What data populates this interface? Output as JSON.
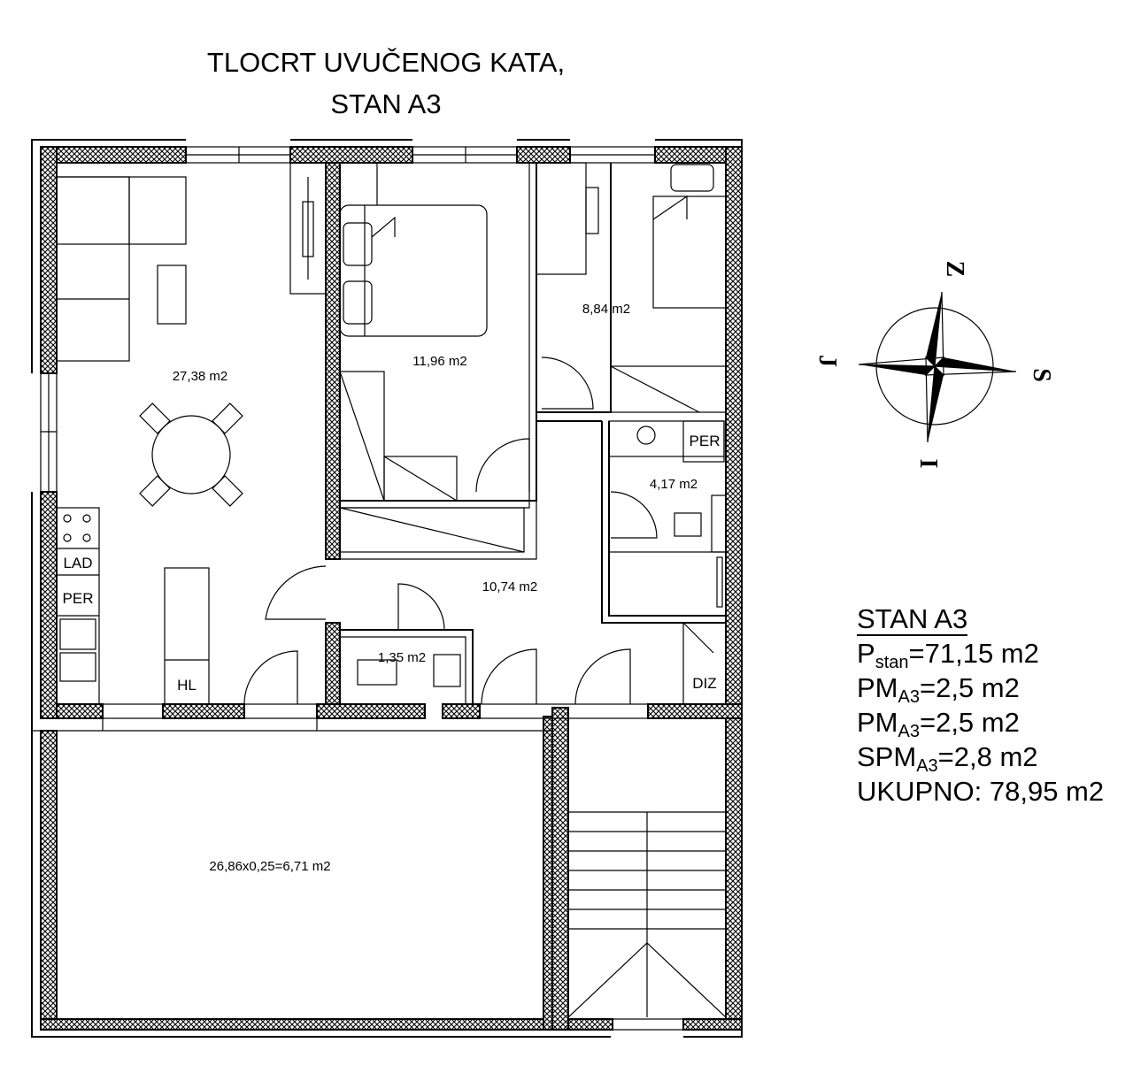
{
  "title": {
    "line1": "TLOCRT UVUČENOG KATA,",
    "line2": "STAN A3"
  },
  "rooms": {
    "living": "27,38 m2",
    "bedroom1": "11,96 m2",
    "bedroom2": "8,84 m2",
    "bathroom": "4,17 m2",
    "hall": "10,74 m2",
    "wc": "1,35 m2",
    "terrace": "26,86x0,25=6,71 m2"
  },
  "labels": {
    "lad": "LAD",
    "per_kitchen": "PER",
    "hl": "HL",
    "per_bath": "PER",
    "diz": "DIZ"
  },
  "compass": {
    "north": "Z",
    "south": "J",
    "east": "S",
    "west": "I"
  },
  "summary": {
    "heading": "STAN A3",
    "rows": [
      {
        "base": "P",
        "sub": "stan",
        "value": "=71,15 m2"
      },
      {
        "base": "PM",
        "sub": "A3",
        "value": "=2,5 m2"
      },
      {
        "base": "PM",
        "sub": "A3",
        "value": "=2,5 m2"
      },
      {
        "base": "SPM",
        "sub": "A3",
        "value": "=2,8 m2"
      },
      {
        "base": "UKUPNO: 78,95 m2",
        "sub": "",
        "value": ""
      }
    ]
  },
  "colors": {
    "ink": "#000000",
    "paper": "#ffffff"
  }
}
